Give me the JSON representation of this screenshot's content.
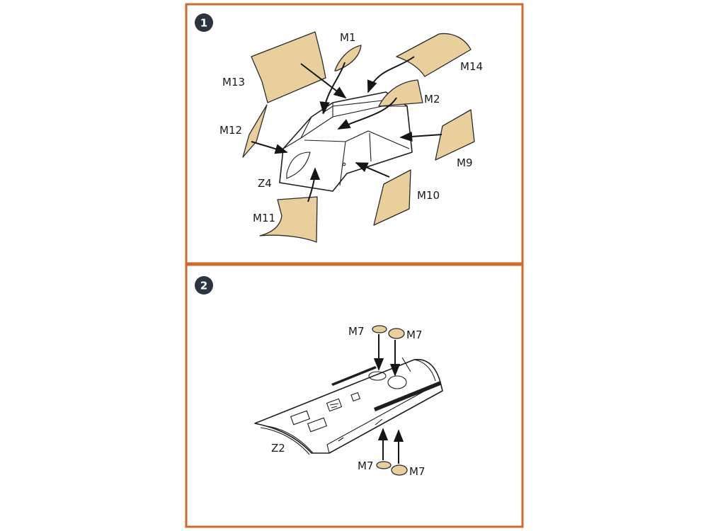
{
  "colors": {
    "frame": "#d46a2a",
    "mask": "#e8cf9c",
    "badge": "#2b3440"
  },
  "step1": {
    "number": "1",
    "labels": {
      "m1": "M1",
      "m2": "M2",
      "m9": "M9",
      "m10": "M10",
      "m11": "M11",
      "m12": "M12",
      "m13": "M13",
      "m14": "M14",
      "z4": "Z4"
    }
  },
  "step2": {
    "number": "2",
    "labels": {
      "m7_a": "M7",
      "m7_b": "M7",
      "m7_c": "M7",
      "m7_d": "M7",
      "z2": "Z2"
    }
  }
}
